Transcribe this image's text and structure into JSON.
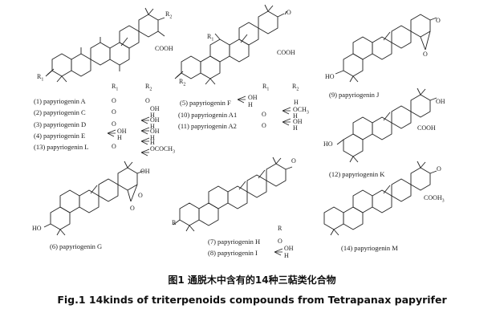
{
  "caption_cn": "图1 通脱木中含有的14种三萜类化合物",
  "caption_en": "Fig.1 14kinds of triterpenoids compounds from Tetrapanax papyrifer",
  "header_1": {
    "r1": "R",
    "r1_sub": "1",
    "r2": "R",
    "r2_sub": "2"
  },
  "header_2": {
    "r1": "R",
    "r1_sub": "1",
    "r2": "R",
    "r2_sub": "2"
  },
  "header_3": {
    "r": "R"
  },
  "struct_labels": {
    "s1_r2": "R",
    "s1_r2_sub": "2",
    "s1_r1": "R",
    "s1_r1_sub": "1",
    "s1_cooh": "COOH",
    "s2_r1": "R",
    "s2_r1_sub": "1",
    "s2_r2": "R",
    "s2_r2_sub": "2",
    "s2_o": "O",
    "s2_cooh": "COOH",
    "s9_o1": "O",
    "s9_o2": "O",
    "s9_ho": "HO",
    "s12_oh": "OH",
    "s12_cooh": "COOH",
    "s12_ho": "HO",
    "s6_oh": "OH",
    "s6_o": "O",
    "s6_o2": "O",
    "s6_ho": "HO",
    "s7_o": "O",
    "s7_r": "R",
    "s14_o": "O",
    "s14_cooh": "COOH",
    "s14_cooh_sub": "3"
  },
  "compounds": [
    {
      "num": "(1)",
      "name": "papyriogenin A",
      "r1": "O",
      "r2": "O"
    },
    {
      "num": "(2)",
      "name": "papyriogenin C",
      "r1": "O",
      "r2_top": "OH",
      "r2_bot": "H"
    },
    {
      "num": "(3)",
      "name": "papyriogenin D",
      "r1": "O",
      "r2_top": "OH",
      "r2_bot": "H"
    },
    {
      "num": "(4)",
      "name": "papyriogenin E",
      "r1_top": "OH",
      "r1_bot": "H",
      "r2_top": "OH",
      "r2_bot": "H"
    },
    {
      "num": "(13)",
      "name": "papyriogenin L",
      "r1": "O",
      "r2_top": "H",
      "r2_bot": "OCOCH",
      "r2_sub": "3"
    },
    {
      "num": "(5)",
      "name": "papyriogenin F",
      "r1_top": "OH",
      "r1_bot": "H",
      "r2": "H"
    },
    {
      "num": "(10)",
      "name": "papyriogenin A1",
      "r1": "O",
      "r2_top": "OCH",
      "r2_sub": "3",
      "r2_bot": "H"
    },
    {
      "num": "(11)",
      "name": "papyriogenin A2",
      "r1": "O",
      "r2_top": "OH",
      "r2_bot": "H"
    },
    {
      "num": "(9)",
      "name": "papyriogenin J"
    },
    {
      "num": "(12)",
      "name": "papyriogenin K"
    },
    {
      "num": "(6)",
      "name": "papyriogenin G"
    },
    {
      "num": "(7)",
      "name": "papyriogenin H",
      "r": "O"
    },
    {
      "num": "(8)",
      "name": "papyriogenin I",
      "r_top": "OH",
      "r_bot": "H"
    },
    {
      "num": "(14)",
      "name": "papyriogenin M"
    }
  ]
}
